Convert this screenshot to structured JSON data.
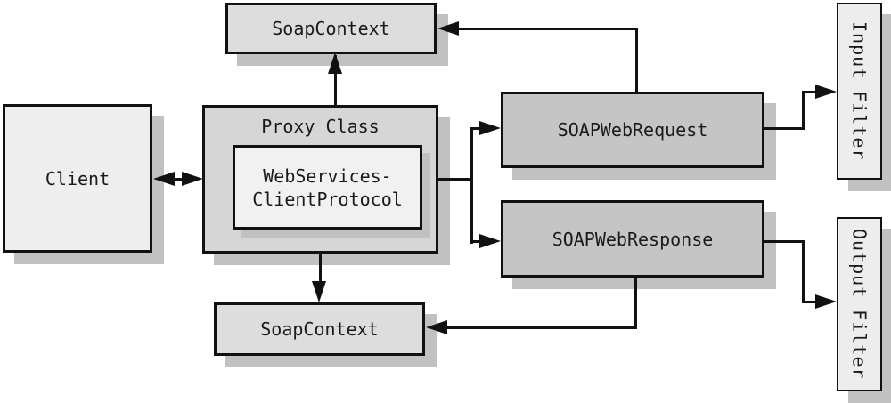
{
  "diagram": {
    "nodes": {
      "client": {
        "label": "Client"
      },
      "proxy": {
        "label": "Proxy Class"
      },
      "web_services_client_protocol": {
        "label": "WebServices-\nClientProtocol"
      },
      "soap_context_top": {
        "label": "SoapContext"
      },
      "soap_context_bottom": {
        "label": "SoapContext"
      },
      "soap_web_request": {
        "label": "SOAPWebRequest"
      },
      "soap_web_response": {
        "label": "SOAPWebResponse"
      },
      "input_filter": {
        "label": "Input Filter"
      },
      "output_filter": {
        "label": "Output Filter"
      }
    },
    "edges": [
      {
        "from": "client",
        "to": "proxy",
        "style": "double-arrow"
      },
      {
        "from": "proxy",
        "to": "soap_context_top",
        "style": "arrow"
      },
      {
        "from": "proxy",
        "to": "soap_context_bottom",
        "style": "arrow"
      },
      {
        "from": "proxy",
        "to": "soap_web_request",
        "style": "arrow"
      },
      {
        "from": "proxy",
        "to": "soap_web_response",
        "style": "arrow"
      },
      {
        "from": "soap_web_request",
        "to": "soap_context_top",
        "style": "arrow"
      },
      {
        "from": "soap_web_request",
        "to": "input_filter",
        "style": "arrow"
      },
      {
        "from": "soap_web_response",
        "to": "output_filter",
        "style": "arrow"
      },
      {
        "from": "soap_web_response",
        "to": "soap_context_bottom",
        "style": "arrow"
      }
    ],
    "colors": {
      "line": "#111111",
      "shadow": "#c1c1c1",
      "canvas_bg": "#ffffff",
      "text": "#1a1a1a",
      "client_fill": "#eeeeee",
      "proxy_fill": "#d6d6d6",
      "inner_fill": "#f1f1f1",
      "soap_fill": "#dddddd",
      "request_fill": "#c5c5c5",
      "filter_fill": "#ededed"
    }
  }
}
